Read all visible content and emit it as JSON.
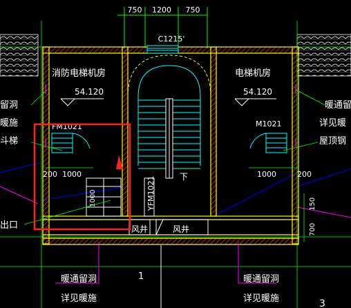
{
  "top_dims": [
    "750",
    "1200",
    "750"
  ],
  "window_tag": "C1215'",
  "left_room": {
    "name": "消防电梯机房",
    "level": "54.120",
    "door": "FM1021"
  },
  "right_room": {
    "name": "电梯机房",
    "level": "54.120",
    "door": "M1021"
  },
  "center_door": "YFM1021",
  "stair_mark": "下",
  "dims": {
    "left_200": "200",
    "left_1000": "1000",
    "right_1000": "1000",
    "right_200": "200",
    "stair_1000": "1000",
    "side_150": "150",
    "side_700": "700"
  },
  "shaft_labels": [
    "风井",
    "风井"
  ],
  "left_notes": [
    "留洞",
    "暖施",
    "斗梯"
  ],
  "right_notes": [
    "暖通留",
    "详见暖",
    "屋顶钢"
  ],
  "exit_note": "出口",
  "bottom_notes": {
    "left": [
      "暖通留洞",
      "详见暖施"
    ],
    "right": [
      "暖通留洞",
      "详见暖施"
    ]
  },
  "axis_num": "1",
  "corner_num": "3",
  "colors": {
    "background": "#000000",
    "wall_yellow": "#ffff00",
    "hatch_red": "#ff0000",
    "cyan": "#00ffff",
    "white": "#ffffff",
    "green": "#00ff00",
    "magenta": "#ff00ff",
    "blue": "#0000ff",
    "highlight": "#ff2020"
  }
}
